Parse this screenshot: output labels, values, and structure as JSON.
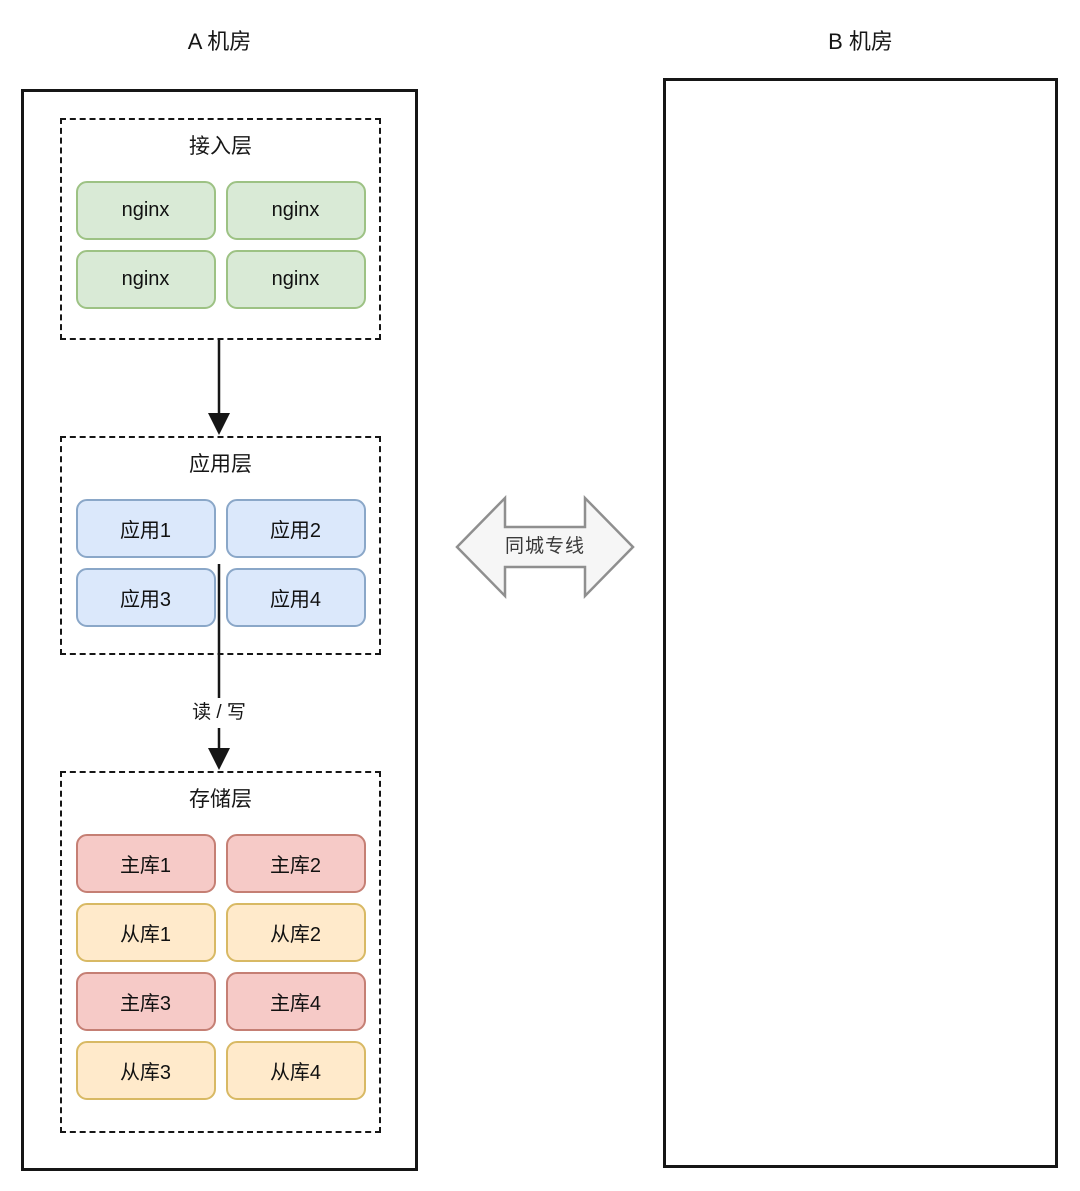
{
  "datacenter_a": {
    "title": "A 机房",
    "layers": [
      {
        "id": "access",
        "title": "接入层",
        "nodes": [
          "nginx",
          "nginx",
          "nginx",
          "nginx"
        ]
      },
      {
        "id": "app",
        "title": "应用层",
        "nodes": [
          "应用1",
          "应用2",
          "应用3",
          "应用4"
        ]
      },
      {
        "id": "storage",
        "title": "存储层",
        "nodes": [
          "主库1",
          "主库2",
          "从库1",
          "从库2",
          "主库3",
          "主库4",
          "从库3",
          "从库4"
        ]
      }
    ]
  },
  "datacenter_b": {
    "title": "B 机房"
  },
  "arrows": {
    "read_write_label": "读 / 写",
    "link_label": "同城专线"
  },
  "colors": {
    "nginx_fill": "#d9ead6",
    "nginx_stroke": "#9dc284",
    "app_fill": "#dbe8fb",
    "app_stroke": "#8aa7c8",
    "master_fill": "#f6cac7",
    "master_stroke": "#c57f74",
    "slave_fill": "#ffeacb",
    "slave_stroke": "#d8b964",
    "link_arrow_fill": "#f6f6f6",
    "link_arrow_stroke": "#8f8f8f",
    "line_color": "#161616"
  }
}
